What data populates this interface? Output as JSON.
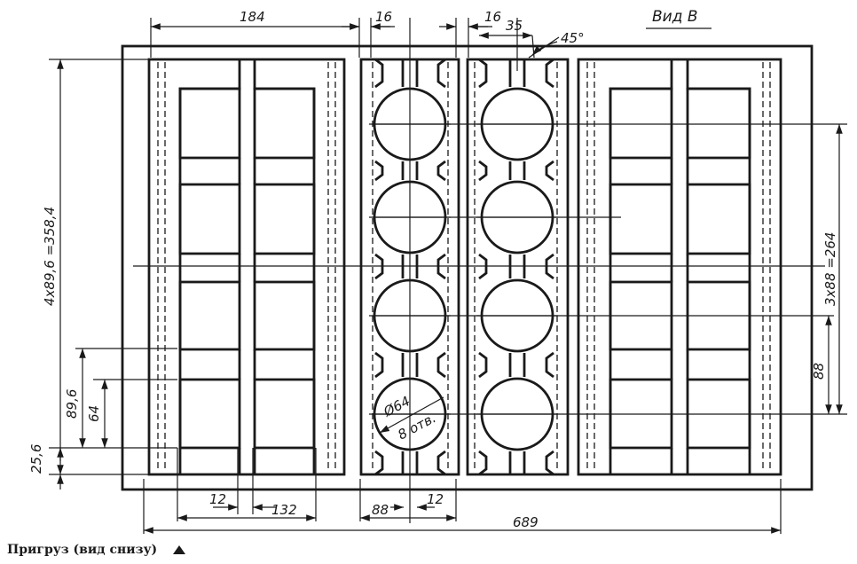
{
  "view_title": "Вид В",
  "dimensions": {
    "top_width_184": "184",
    "top_16_left": "16",
    "top_16_right": "16",
    "top_35": "35",
    "angle_45": "45°",
    "left_vertical_total": "4x89,6 =358,4",
    "left_89_6": "89,6",
    "left_64": "64",
    "left_25_6": "25,6",
    "right_vertical_total": "3x88 =264",
    "right_88": "88",
    "bottom_12_left": "12",
    "bottom_132": "132",
    "bottom_88": "88",
    "bottom_12_right": "12",
    "bottom_total": "689",
    "hole_diameter": "Ø64",
    "hole_count": "8 отв."
  },
  "caption": "Пригруз (вид снизу)"
}
